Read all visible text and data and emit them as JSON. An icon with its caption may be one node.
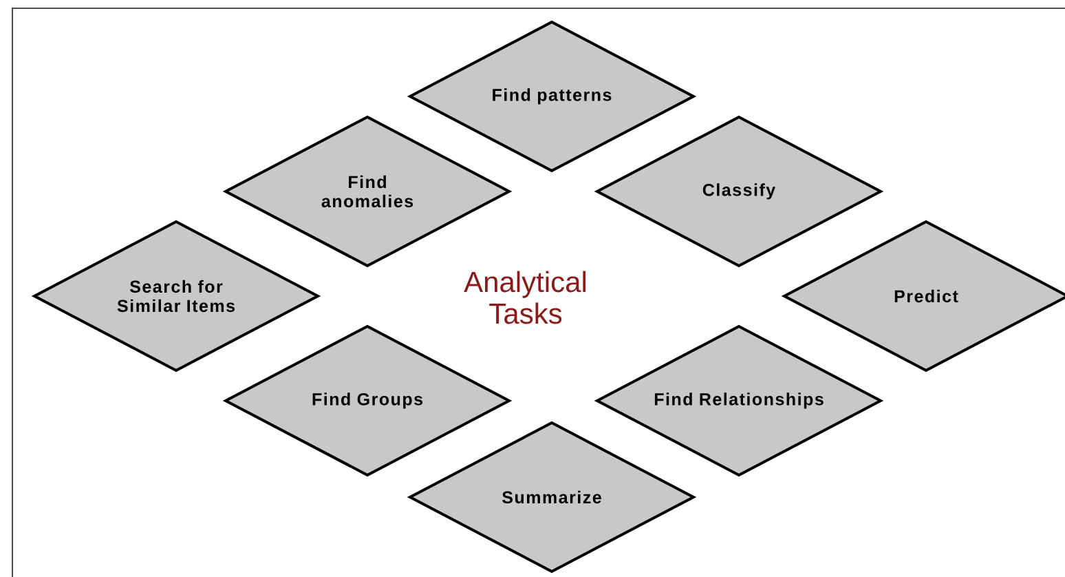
{
  "diagram": {
    "title": "Analytical Tasks",
    "nodes": [
      {
        "text": [
          "Find patterns"
        ]
      },
      {
        "text": [
          "Find anomalies"
        ]
      },
      {
        "text": [
          "Classify"
        ]
      },
      {
        "text": [
          "Search for Similar Items"
        ]
      },
      {
        "text": [
          "Predict"
        ]
      },
      {
        "text": [
          "Find Groups"
        ]
      },
      {
        "text": [
          "Find Relationships"
        ]
      },
      {
        "text": [
          "Summarize"
        ]
      }
    ]
  }
}
